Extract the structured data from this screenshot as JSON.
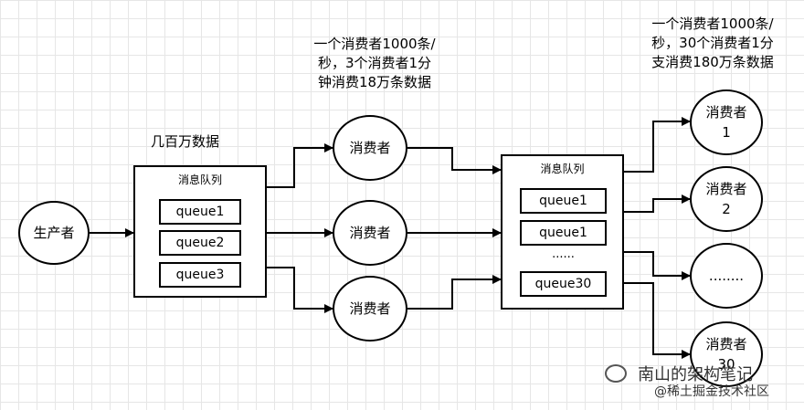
{
  "producer": {
    "label": "生产者"
  },
  "volume_label": "几百万数据",
  "queue_group_1": {
    "title": "消息队列",
    "queues": [
      "queue1",
      "queue2",
      "queue3"
    ]
  },
  "middle_note": [
    "一个消费者1000条/",
    "秒，3个消费者1分",
    "钟消费18万条数据"
  ],
  "middle_consumers": [
    "消费者",
    "消费者",
    "消费者"
  ],
  "queue_group_2": {
    "title": "消息队列",
    "queues": [
      "queue1",
      "queue1"
    ],
    "ellipsis": "......",
    "last_queue": "queue30"
  },
  "right_note": [
    "一个消费者1000条/",
    "秒，30个消费者1分",
    "支消费180万条数据"
  ],
  "right_consumers": [
    {
      "name": "消费者",
      "index": "1"
    },
    {
      "name": "消费者",
      "index": "2"
    },
    {
      "ellipsis": "........"
    },
    {
      "name": "消费者",
      "index": "30"
    }
  ],
  "watermark": {
    "line1": "南山的架构笔记",
    "line2": "@稀土掘金技术社区"
  }
}
